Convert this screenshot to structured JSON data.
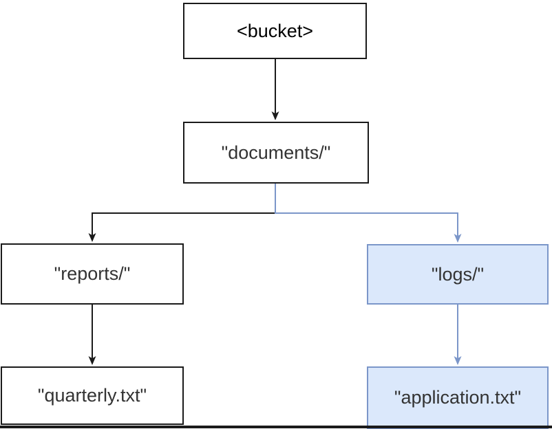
{
  "diagram": {
    "nodes": {
      "bucket": {
        "label": "<bucket>"
      },
      "documents": {
        "label": "\"documents/\""
      },
      "reports": {
        "label": "\"reports/\""
      },
      "logs": {
        "label": "\"logs/\""
      },
      "quarterly": {
        "label": "\"quarterly.txt\""
      },
      "application": {
        "label": "\"application.txt\""
      }
    },
    "edges": [
      {
        "from": "bucket",
        "to": "documents",
        "style": "default"
      },
      {
        "from": "documents",
        "to": "reports",
        "style": "default"
      },
      {
        "from": "documents",
        "to": "logs",
        "style": "highlight"
      },
      {
        "from": "reports",
        "to": "quarterly",
        "style": "default"
      },
      {
        "from": "logs",
        "to": "application",
        "style": "highlight"
      }
    ]
  },
  "colors": {
    "default_stroke": "#1a1a1a",
    "highlight_stroke": "#7b96c9",
    "highlight_fill": "#dbe8fb",
    "node_fill": "#ffffff",
    "text_primary": "#000000",
    "text_secondary": "#333333"
  }
}
